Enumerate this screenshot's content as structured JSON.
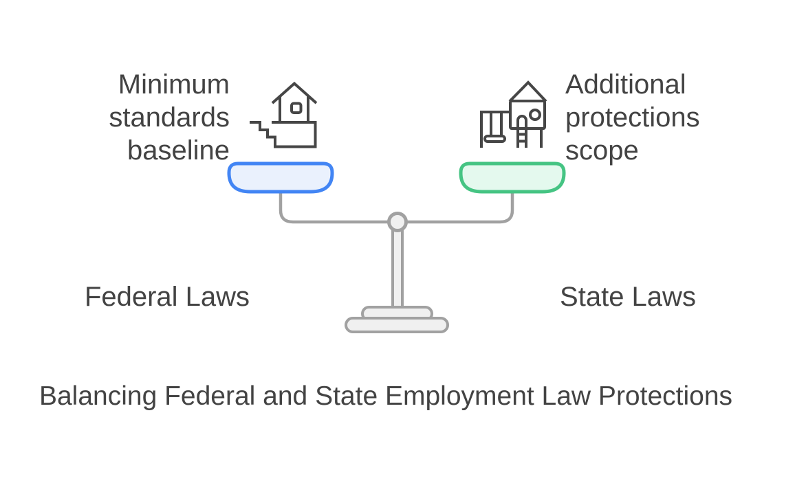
{
  "title": "Balancing Federal and State Employment Law Protections",
  "left": {
    "caption": "Minimum\nstandards\nbaseline",
    "label": "Federal Laws",
    "icon": "house-on-cliff-icon",
    "pan_fill": "#eaf1fd",
    "pan_stroke": "#4285f4"
  },
  "right": {
    "caption": "Additional\nprotections\nscope",
    "label": "State Laws",
    "icon": "playground-icon",
    "pan_fill": "#e4f9ee",
    "pan_stroke": "#45c483"
  },
  "colors": {
    "text": "#434343",
    "icon_stroke": "#464646",
    "armature_stroke": "#a1a1a1",
    "armature_fill": "#f0f0f0"
  }
}
